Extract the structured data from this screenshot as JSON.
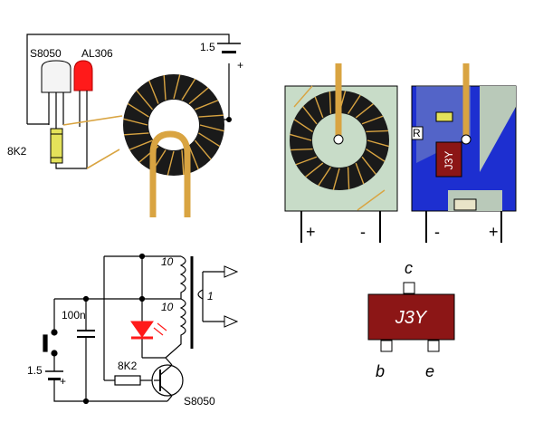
{
  "colors": {
    "wire": "#000000",
    "copper": "#d9a441",
    "core_dark": "#1a1a1a",
    "pcb_green": "#c8dcc8",
    "pcb_blue": "#1d2fd0",
    "trace_light": "#b9c9b9",
    "led_red": "#ff1a1a",
    "resistor_yellow": "#e4e25a",
    "chip_red": "#8c1616"
  },
  "top_left": {
    "transistor_label": "S8050",
    "led_label": "AL306",
    "battery_label": "1.5",
    "battery_plus": "+",
    "resistor_label": "8K2"
  },
  "pcb": {
    "green_plus": "+",
    "green_minus": "-",
    "blue_minus": "-",
    "blue_plus": "+",
    "blue_chip_label": "J3Y",
    "blue_res_label": "R"
  },
  "schematic": {
    "cap_label": "100n",
    "battery_label": "1.5",
    "battery_plus": "+",
    "turns_top": "10",
    "turns_mid": "10",
    "turns_out": "1",
    "resistor_label": "8K2",
    "transistor_label": "S8050"
  },
  "package": {
    "marking": "J3Y",
    "pin_c": "c",
    "pin_b": "b",
    "pin_e": "e"
  }
}
